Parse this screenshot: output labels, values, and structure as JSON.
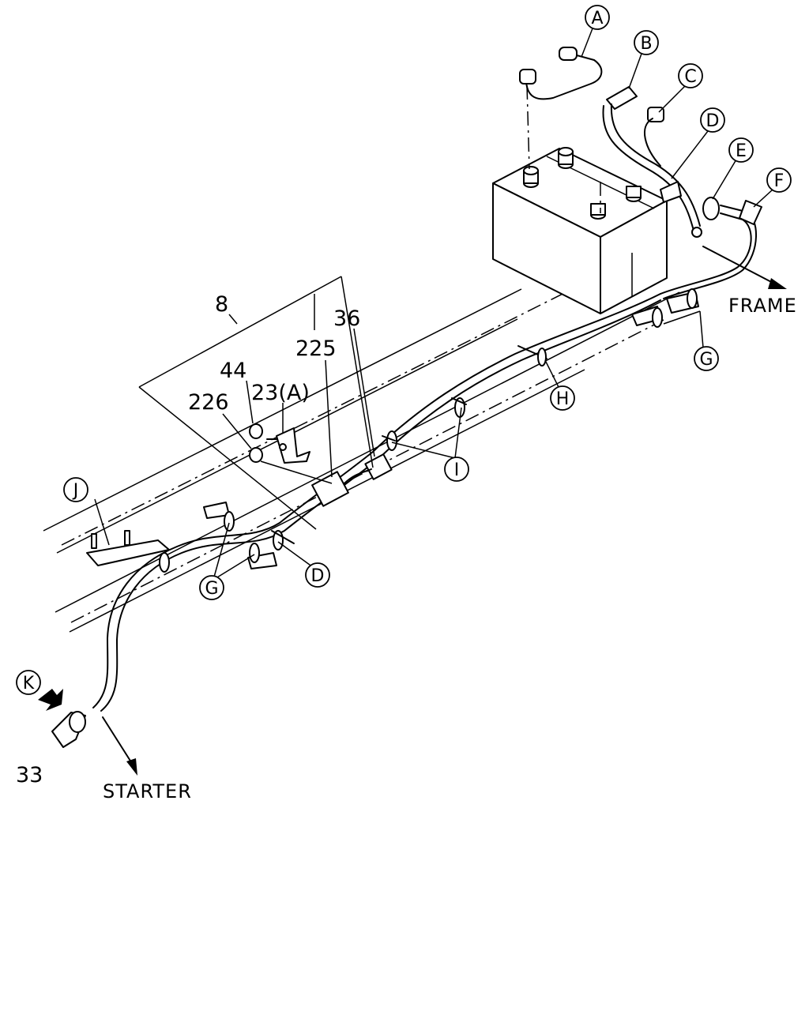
{
  "callouts": {
    "A": "A",
    "B": "B",
    "C": "C",
    "D": "D",
    "E": "E",
    "F": "F",
    "G": "G",
    "H": "H",
    "I": "I",
    "J": "J",
    "K": "K"
  },
  "parts": {
    "p8": "8",
    "p36": "36",
    "p225": "225",
    "p44": "44",
    "p23a": "23(A)",
    "p226": "226",
    "p33": "33"
  },
  "destinations": {
    "frame": "FRAME",
    "starter": "STARTER"
  }
}
